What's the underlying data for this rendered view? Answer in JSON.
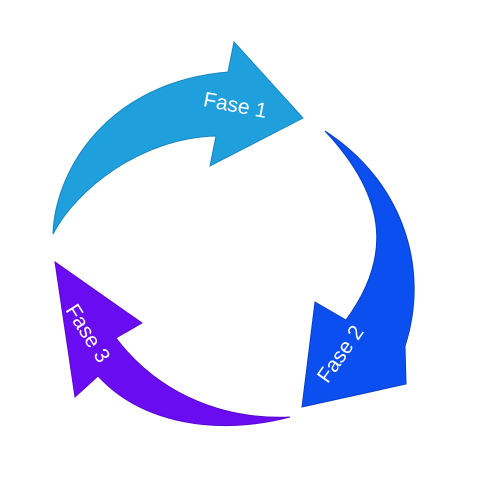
{
  "diagram": {
    "type": "cycle",
    "phases": [
      {
        "label": "Fase 1",
        "color": "#1f9fdc"
      },
      {
        "label": "Fase 2",
        "color": "#0b4ff0"
      },
      {
        "label": "Fase 3",
        "color": "#6a0cf2"
      }
    ]
  }
}
